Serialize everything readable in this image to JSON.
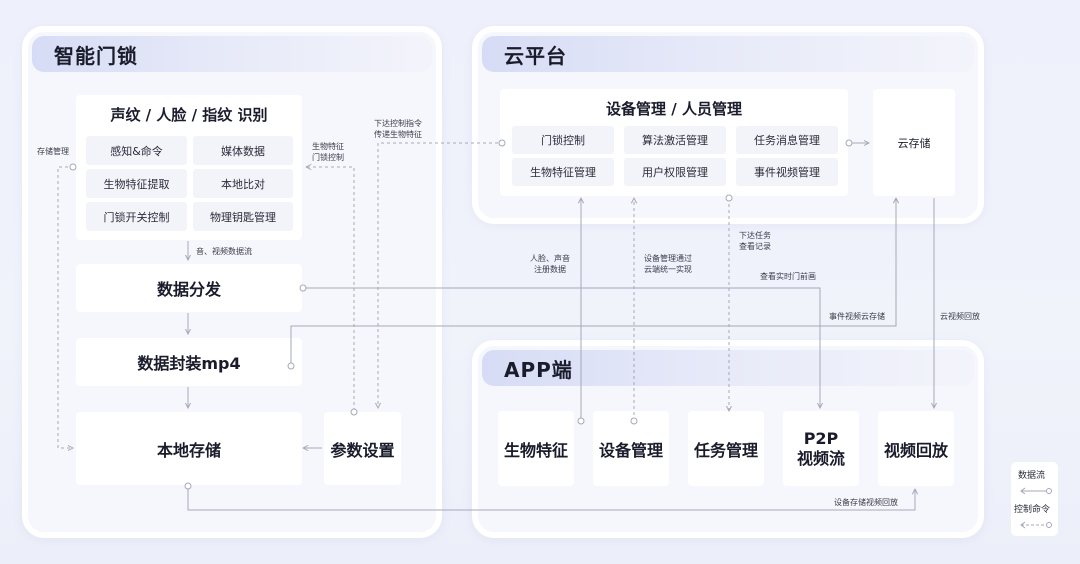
{
  "colors": {
    "arrow": "#a5a8ba",
    "panel_header": "#d7dcf6",
    "card": "#ffffff",
    "cell": "#f3f4fa"
  },
  "lock_panel": {
    "title": "智能门锁",
    "recognition": {
      "title": "声纹 / 人脸 / 指纹 识别",
      "cells": [
        "感知&命令",
        "媒体数据",
        "生物特征提取",
        "本地比对",
        "门锁开关控制",
        "物理钥匙管理"
      ]
    },
    "data_dispatch": "数据分发",
    "data_package": "数据封装mp4",
    "local_storage": "本地存储",
    "param_settings": "参数设置"
  },
  "cloud_panel": {
    "title": "云平台",
    "management": {
      "title": "设备管理 / 人员管理",
      "cells": [
        "门锁控制",
        "算法激活管理",
        "任务消息管理",
        "生物特征管理",
        "用户权限管理",
        "事件视频管理"
      ]
    },
    "cloud_storage": "云存储"
  },
  "app_panel": {
    "title": "APP端",
    "modules": [
      "生物特征",
      "设备管理",
      "任务管理",
      "P2P\n视频流",
      "视频回放"
    ]
  },
  "labels": {
    "storage_mgmt": "存储管理",
    "av_stream": "音、视频数据流",
    "bio_lock_ctrl": "生物特征\n门锁控制",
    "issue_ctrl": "下达控制指令\n传递生物特征",
    "face_voice": "人脸、声音\n注册数据",
    "device_mgmt_cloud": "设备管理通过\n云端统一实现",
    "issue_task": "下达任务\n查看记录",
    "live_view": "查看实时门前画",
    "event_cloud": "事件视频云存储",
    "cloud_playback": "云视频回放",
    "device_storage_playback": "设备存储视频回放"
  },
  "legend": {
    "data_flow": "数据流",
    "control": "控制命令"
  }
}
